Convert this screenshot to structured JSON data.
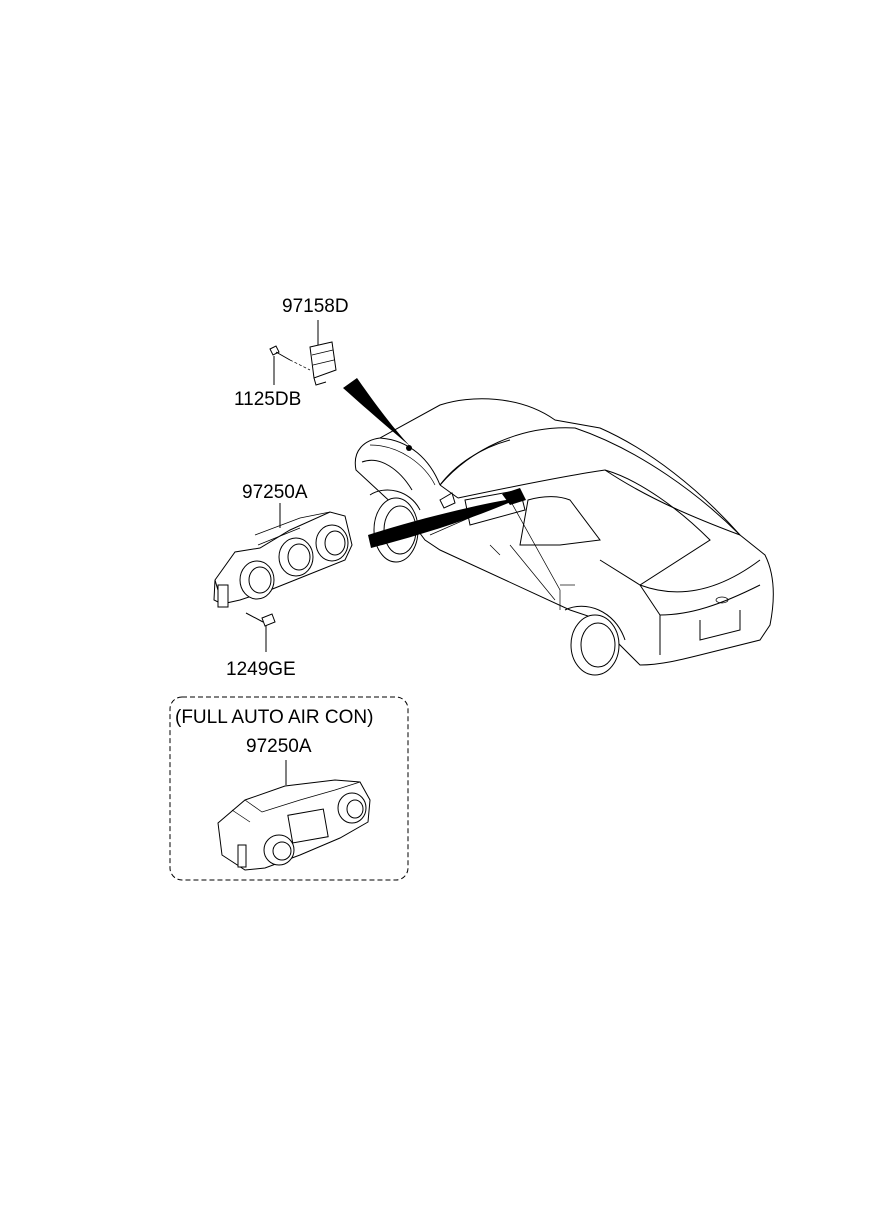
{
  "callouts": {
    "sensor_part": "97158D",
    "sensor_screw": "1125DB",
    "control_part": "97250A",
    "control_screw": "1249GE",
    "auto_control_part": "97250A"
  },
  "option_box": {
    "label": "(FULL AUTO AIR CON)"
  },
  "colors": {
    "line": "#000000",
    "background": "#ffffff"
  }
}
